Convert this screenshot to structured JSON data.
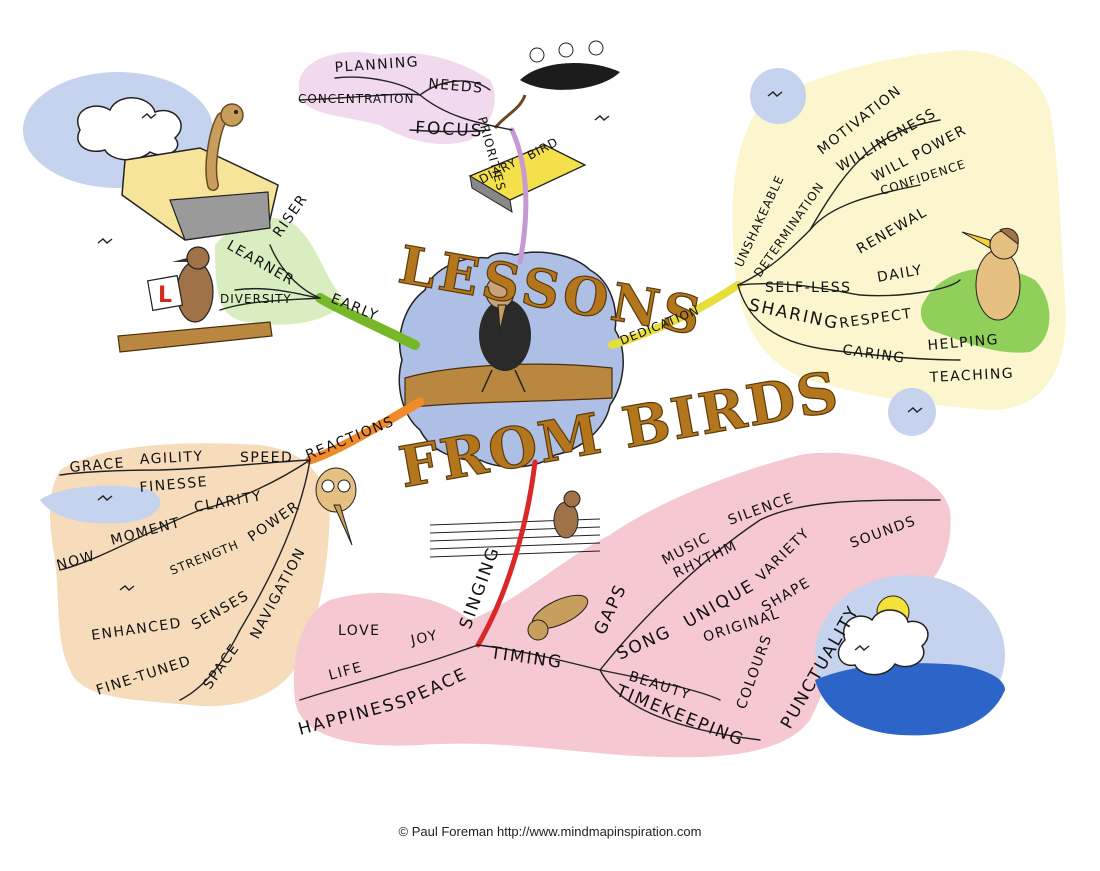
{
  "title": {
    "line1": "LESSONS",
    "line2": "FROM BIRDS"
  },
  "credit": "© Paul Foreman http://www.mindmapinspiration.com",
  "colors": {
    "pink": "#f6c8d2",
    "lilac": "#f1d9ee",
    "cream": "#fbf6cd",
    "peach": "#f7dcbc",
    "green": "#d9eec0",
    "sky": "#c6d3ee",
    "hub": "#aebfe6",
    "wood": "#b98740"
  },
  "branches": {
    "priorities": {
      "main": "PRIORITIES",
      "planning": "PLANNING",
      "needs": "NEEDS",
      "concentration": "CONCENTRATION",
      "focus": "FOCUS",
      "bird": "BIRD",
      "diary": "DIARY"
    },
    "early": {
      "main": "EARLY",
      "riser": "RISER",
      "learner": "LEARNER",
      "diversity": "DIVERSITY",
      "l_plate": "L"
    },
    "dedication": {
      "main": "DEDICATION",
      "unshakeable": "UNSHAKEABLE",
      "motivation": "MOTIVATION",
      "willingness": "WILLINGNESS",
      "determination": "DETERMINATION",
      "will_power": "WILL POWER",
      "confidence": "CONFIDENCE",
      "self_less": "SELF-LESS",
      "renewal": "RENEWAL",
      "daily": "DAILY",
      "sharing": "SHARING",
      "respect": "RESPECT",
      "caring": "CARING",
      "helping": "HELPING",
      "teaching": "TEACHING"
    },
    "reactions": {
      "main": "REACTIONS",
      "grace": "GRACE",
      "agility": "AGILITY",
      "speed": "SPEED",
      "finesse": "FINESSE",
      "clarity": "CLARITY",
      "moment": "MOMENT",
      "now": "NOW",
      "strength": "STRENGTH",
      "power": "POWER",
      "navigation": "NAVIGATION",
      "enhanced": "ENHANCED",
      "senses": "SENSES",
      "fine_tuned": "FINE-TUNED",
      "space": "SPACE"
    },
    "singing": {
      "main": "SINGING",
      "timing": "TIMING",
      "peace": "PEACE",
      "joy": "JOY",
      "love": "LOVE",
      "life": "LIFE",
      "happiness": "HAPPINESS",
      "gaps": "GAPS",
      "music": "MUSIC",
      "silence": "SILENCE",
      "rhythm": "RHYTHM",
      "song": "SONG",
      "unique": "UNIQUE",
      "variety": "VARIETY",
      "shape": "SHAPE",
      "sounds": "SOUNDS",
      "original": "ORIGINAL",
      "beauty": "BEAUTY",
      "colours": "COLOURS",
      "timekeeping": "TIMEKEEPING",
      "punctuality": "PUNCTUALITY"
    }
  }
}
